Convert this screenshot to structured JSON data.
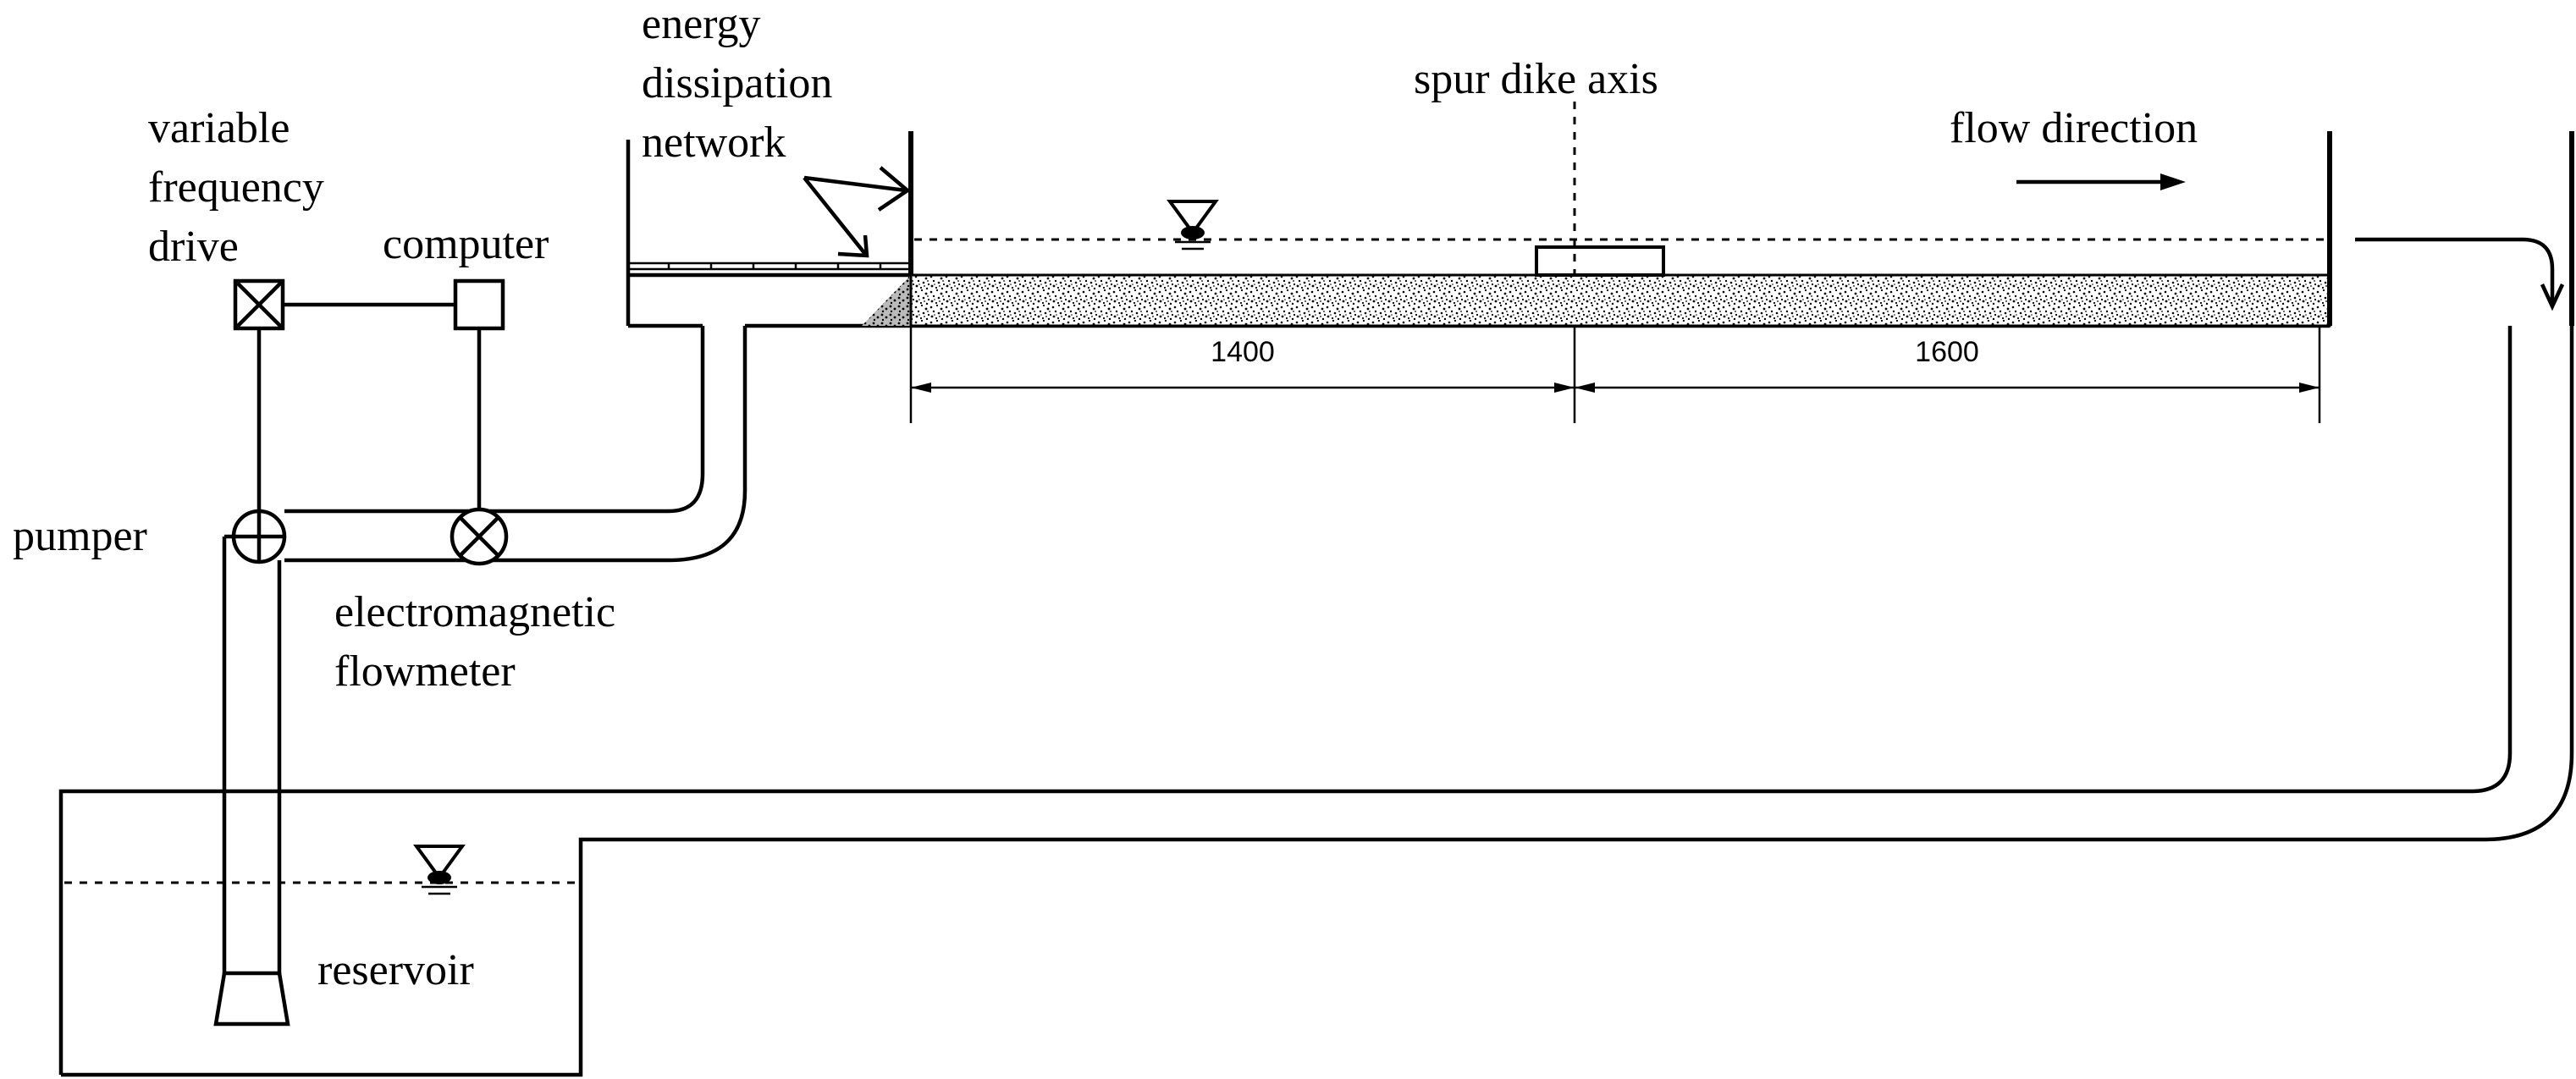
{
  "labels": {
    "energy_dissipation": [
      "energy",
      "dissipation",
      "network"
    ],
    "variable_frequency_drive": [
      "variable",
      "frequency",
      "drive"
    ],
    "computer": "computer",
    "spur_dike_axis": "spur dike axis",
    "flow_direction": "flow direction",
    "pumper": "pumper",
    "electromagnetic_flowmeter": [
      "electromagnetic",
      "flowmeter"
    ],
    "reservoir": "reservoir"
  },
  "dimensions": {
    "upstream": "1400",
    "downstream": "1600"
  },
  "colors": {
    "line": "#000000",
    "background": "#ffffff",
    "sediment": "#000000"
  },
  "icons": [
    "water-level-icon",
    "flow-arrow-icon",
    "pump-icon",
    "flowmeter-icon",
    "drive-icon"
  ]
}
